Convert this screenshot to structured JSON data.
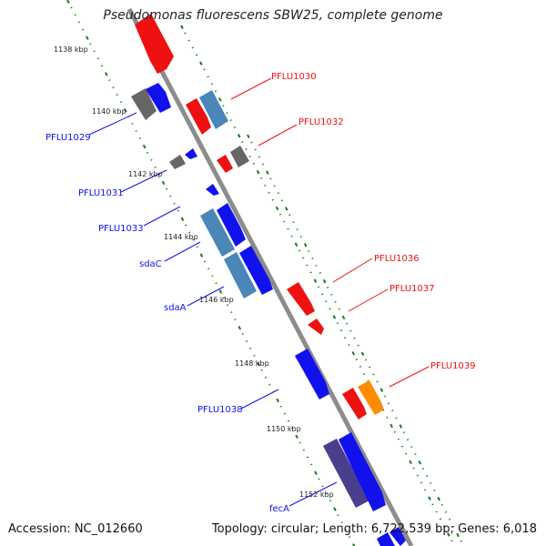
{
  "title": "Pseudomonas fluorescens SBW25, complete genome",
  "footer": {
    "accession": "Accession: NC_012660",
    "summary": "Topology: circular; Length: 6,722,539 bp; Genes: 6,018"
  },
  "colors": {
    "backbone": "#8c8c8c",
    "tick_dots": "#1a7a1a",
    "red": "#ee1111",
    "blue": "#1111ee",
    "grey": "#666666",
    "steel": "#4a86b8",
    "navy": "#4a3f8c",
    "orange": "#ff8c00"
  },
  "ticks": [
    {
      "label": "1138 kbp"
    },
    {
      "label": "1140 kbp"
    },
    {
      "label": "1142 kbp"
    },
    {
      "label": "1144 kbp"
    },
    {
      "label": "1146 kbp"
    },
    {
      "label": "1148 kbp"
    },
    {
      "label": "1150 kbp"
    },
    {
      "label": "1152 kbp"
    }
  ],
  "labels": [
    {
      "name": "PFLU1030",
      "color": "red"
    },
    {
      "name": "PFLU1032",
      "color": "red"
    },
    {
      "name": "PFLU1029",
      "color": "blue"
    },
    {
      "name": "PFLU1031",
      "color": "blue"
    },
    {
      "name": "PFLU1033",
      "color": "blue"
    },
    {
      "name": "sdaC",
      "color": "blue"
    },
    {
      "name": "sdaA",
      "color": "blue"
    },
    {
      "name": "PFLU1036",
      "color": "red"
    },
    {
      "name": "PFLU1037",
      "color": "red"
    },
    {
      "name": "PFLU1039",
      "color": "red"
    },
    {
      "name": "PFLU1038",
      "color": "blue"
    },
    {
      "name": "fecA",
      "color": "blue"
    }
  ]
}
